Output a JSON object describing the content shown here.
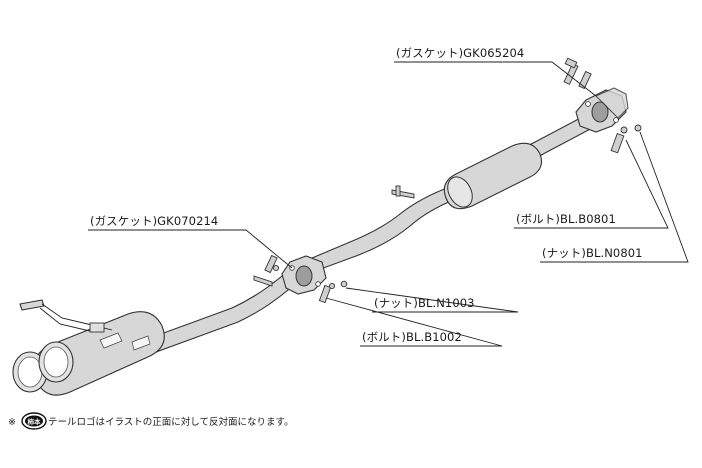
{
  "labels": {
    "gasket_front": "(ガスケット)GK065204",
    "gasket_mid": "(ガスケット)GK070214",
    "bolt_front": "(ボルト)BL.B0801",
    "nut_front": "(ナット)BL.N0801",
    "nut_mid": "(ナット)BL.N1003",
    "bolt_mid": "(ボルト)BL.B1002"
  },
  "footnote": {
    "mark": "※",
    "logo_text": "柿本",
    "text": "テールロゴはイラストの正面に対して反対面になります。"
  }
}
